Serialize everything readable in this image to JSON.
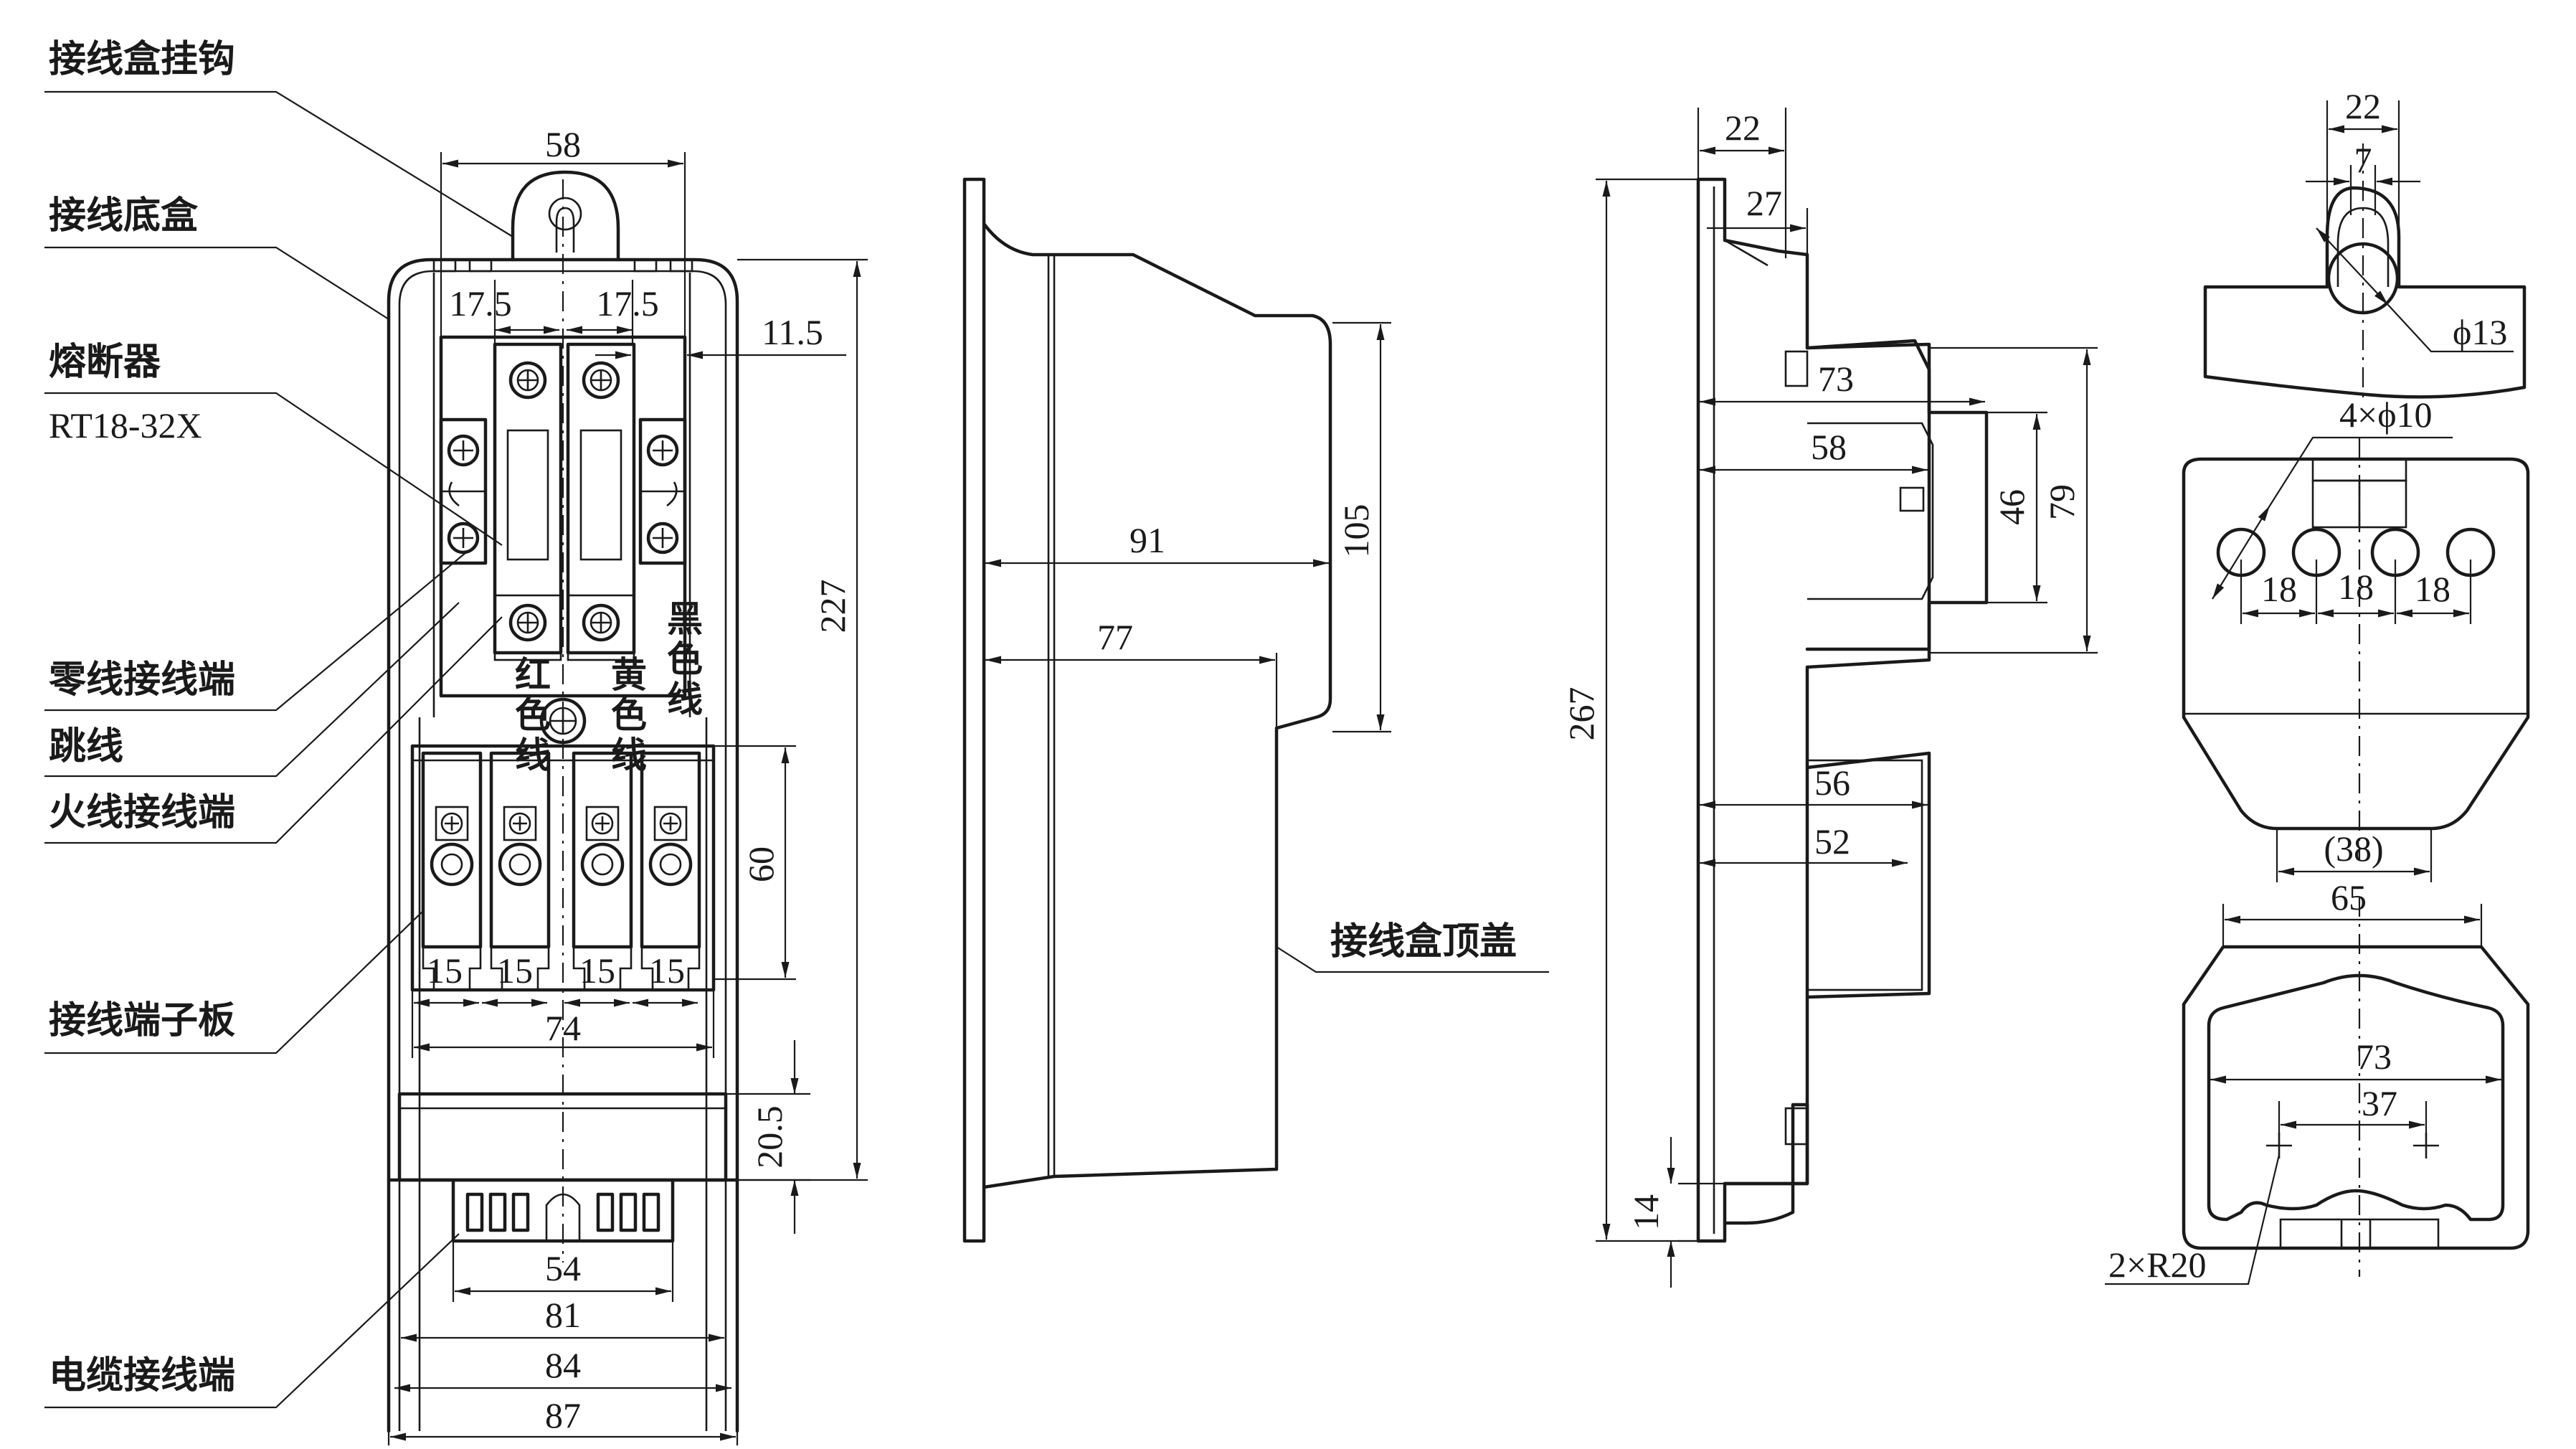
{
  "labels": {
    "hook": "接线盒挂钩",
    "base_box": "接线底盒",
    "fuse": "熔断器",
    "fuse_model": "RT18-32X",
    "neutral_terminal": "零线接线端",
    "jumper": "跳线",
    "live_terminal": "火线接线端",
    "terminal_board": "接线端子板",
    "cable_terminal": "电缆接线端",
    "top_cover": "接线盒顶盖"
  },
  "wire_labels": {
    "black": "黑色线",
    "red": "红色线",
    "yellow": "黄色线"
  },
  "dimensions": {
    "front": {
      "hook_width": "58",
      "fuse_left": "17.5",
      "fuse_right": "17.5",
      "side_gap": "11.5",
      "overall_height": "227",
      "terminal_height": "60",
      "pitch_1": "15",
      "pitch_2": "15",
      "pitch_3": "15",
      "pitch_4": "15",
      "terminal_width": "74",
      "bottom_strip": "20.5",
      "cable_width": "54",
      "width_81": "81",
      "width_84": "84",
      "width_87": "87"
    },
    "cover_side": {
      "depth_91": "91",
      "depth_77": "77",
      "height_105": "105"
    },
    "base_side": {
      "top_22": "22",
      "top_27": "27",
      "depth_73": "73",
      "depth_58": "58",
      "depth_56": "56",
      "depth_52": "52",
      "height_267": "267",
      "height_46": "46",
      "height_79": "79",
      "bottom_14": "14"
    },
    "details": {
      "hook_22": "22",
      "hook_7": "7",
      "hole_dia": "ϕ13",
      "holes": "4×ϕ10",
      "spacing_1": "18",
      "spacing_2": "18",
      "spacing_3": "18",
      "neck_38": "(38)",
      "width_65": "65",
      "width_73": "73",
      "width_37": "37",
      "radius": "2×R20"
    }
  }
}
